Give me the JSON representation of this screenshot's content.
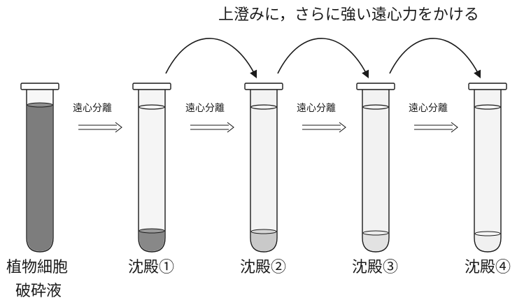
{
  "caption": "上澄みに，さらに強い遠心力をかける",
  "step_label": "遠心分離",
  "sample": {
    "line1": "植物細胞",
    "line2": "破砕液"
  },
  "tubes": [
    {
      "label": "",
      "content": "full"
    },
    {
      "label": "沈殿①",
      "sediment": "dark"
    },
    {
      "label": "沈殿②",
      "sediment": "medium"
    },
    {
      "label": "沈殿③",
      "sediment": "light"
    },
    {
      "label": "沈殿④",
      "sediment": "faint"
    }
  ],
  "colors": {
    "line": "#1a1a1a",
    "glass": "#f3f3f3",
    "full_liquid": "#7d7d7d",
    "sediment_dark": "#888888",
    "sediment_medium": "#c9c9c9",
    "sediment_light": "#e2e2e2",
    "sediment_faint": "#f0f0f0"
  }
}
